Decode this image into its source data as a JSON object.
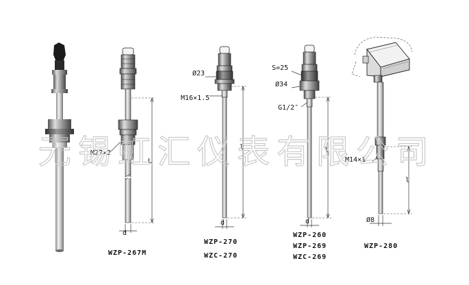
{
  "watermark": "无锡虹汇仪表有限公司",
  "sensors": [
    {
      "model_lines": []
    },
    {
      "model_lines": [
        "WZP-267M"
      ],
      "labels": {
        "thread": "M27×2",
        "length": "L",
        "diameter": "d"
      }
    },
    {
      "model_lines": [
        "WZP-270",
        "WZC-270"
      ],
      "labels": {
        "head_dia": "Ø23",
        "thread": "M16×1.5",
        "length": "l",
        "diameter": "d"
      }
    },
    {
      "model_lines": [
        "WZP-260",
        "WZP-269",
        "WZC-269"
      ],
      "labels": {
        "hex": "S=25",
        "head_dia": "Ø34",
        "thread": "G1/2″",
        "length": "l",
        "diameter": "d"
      }
    },
    {
      "model_lines": [
        "WZP-280"
      ],
      "labels": {
        "thread": "M14×1",
        "length": "l",
        "diameter": "Ø8"
      }
    }
  ],
  "colors": {
    "metal_dark": "#3a3a3a",
    "metal_light": "#e8e8e8",
    "line": "#222222",
    "watermark": "#c9c9c9"
  }
}
